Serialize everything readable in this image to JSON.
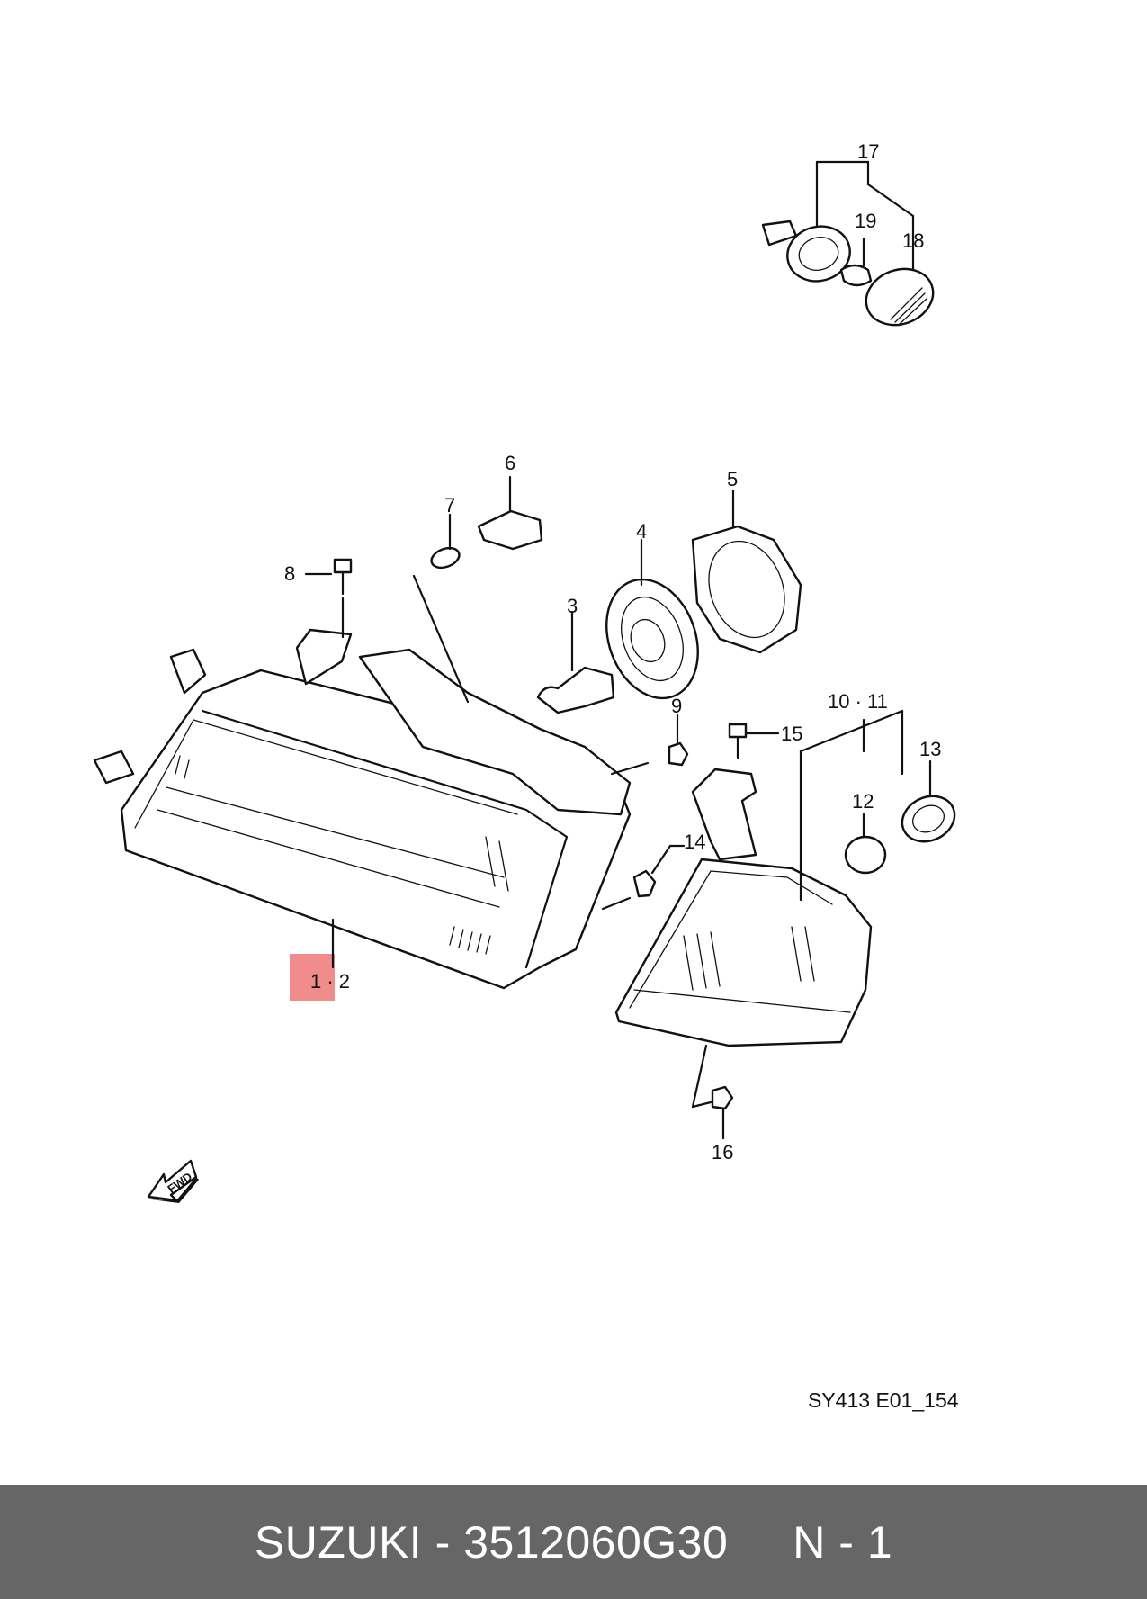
{
  "diagram": {
    "callouts": {
      "c1_2": "1 · 2",
      "c3": "3",
      "c4": "4",
      "c5": "5",
      "c6": "6",
      "c7": "7",
      "c8": "8",
      "c9": "9",
      "c10_11": "10 · 11",
      "c12": "12",
      "c13": "13",
      "c14": "14",
      "c15": "15",
      "c16": "16",
      "c17": "17",
      "c18": "18",
      "c19": "19"
    },
    "fwd_label": "FWD",
    "reference_code": "SY413 E01_154",
    "highlight_color": "#f08080"
  },
  "footer": {
    "brand": "SUZUKI",
    "separator": " - ",
    "part_number": "3512060G30",
    "gap": "     ",
    "position": "N - 1"
  }
}
